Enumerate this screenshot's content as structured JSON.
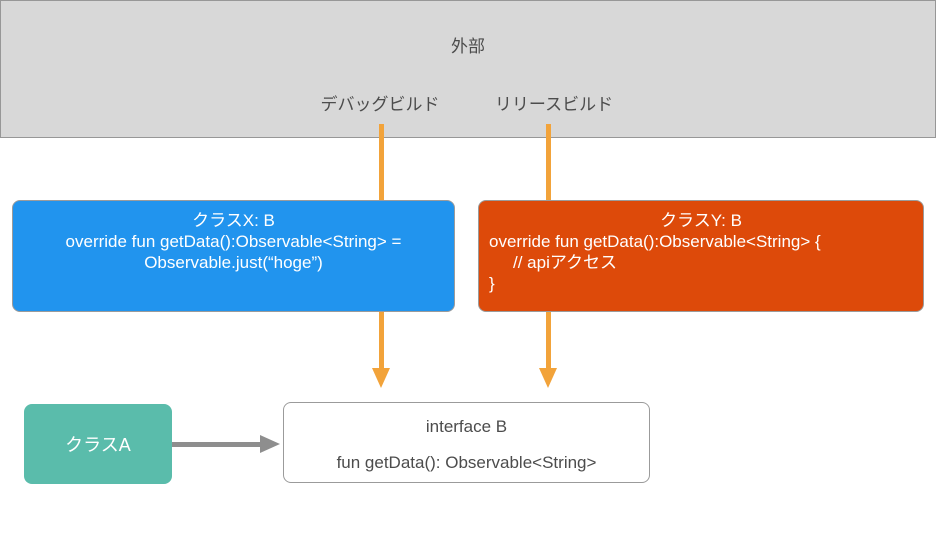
{
  "colors": {
    "banner_bg": "#d8d8d8",
    "banner_border": "#979797",
    "text_dark": "#4c4c4c",
    "class_x_bg": "#2194ee",
    "class_y_bg": "#dd4a0a",
    "class_a_bg": "#5abcab",
    "box_border": "#9b9b9b",
    "box_text": "#ffffff",
    "arrow_orange": "#f2a33a",
    "arrow_gray": "#8e8e8e"
  },
  "banner": {
    "title": "外部",
    "debug_label": "デバッグビルド",
    "release_label": "リリースビルド"
  },
  "class_x": {
    "title": "クラスX: B",
    "code_line1": "override fun getData():Observable<String> =",
    "code_line2": "Observable.just(“hoge”)"
  },
  "class_y": {
    "title": "クラスY: B",
    "code_line1": "override fun getData():Observable<String> {",
    "code_line2": "// apiアクセス",
    "code_line3": "}"
  },
  "interface_b": {
    "title": "interface B",
    "signature": "fun getData(): Observable<String>"
  },
  "class_a": {
    "label": "クラスA"
  }
}
